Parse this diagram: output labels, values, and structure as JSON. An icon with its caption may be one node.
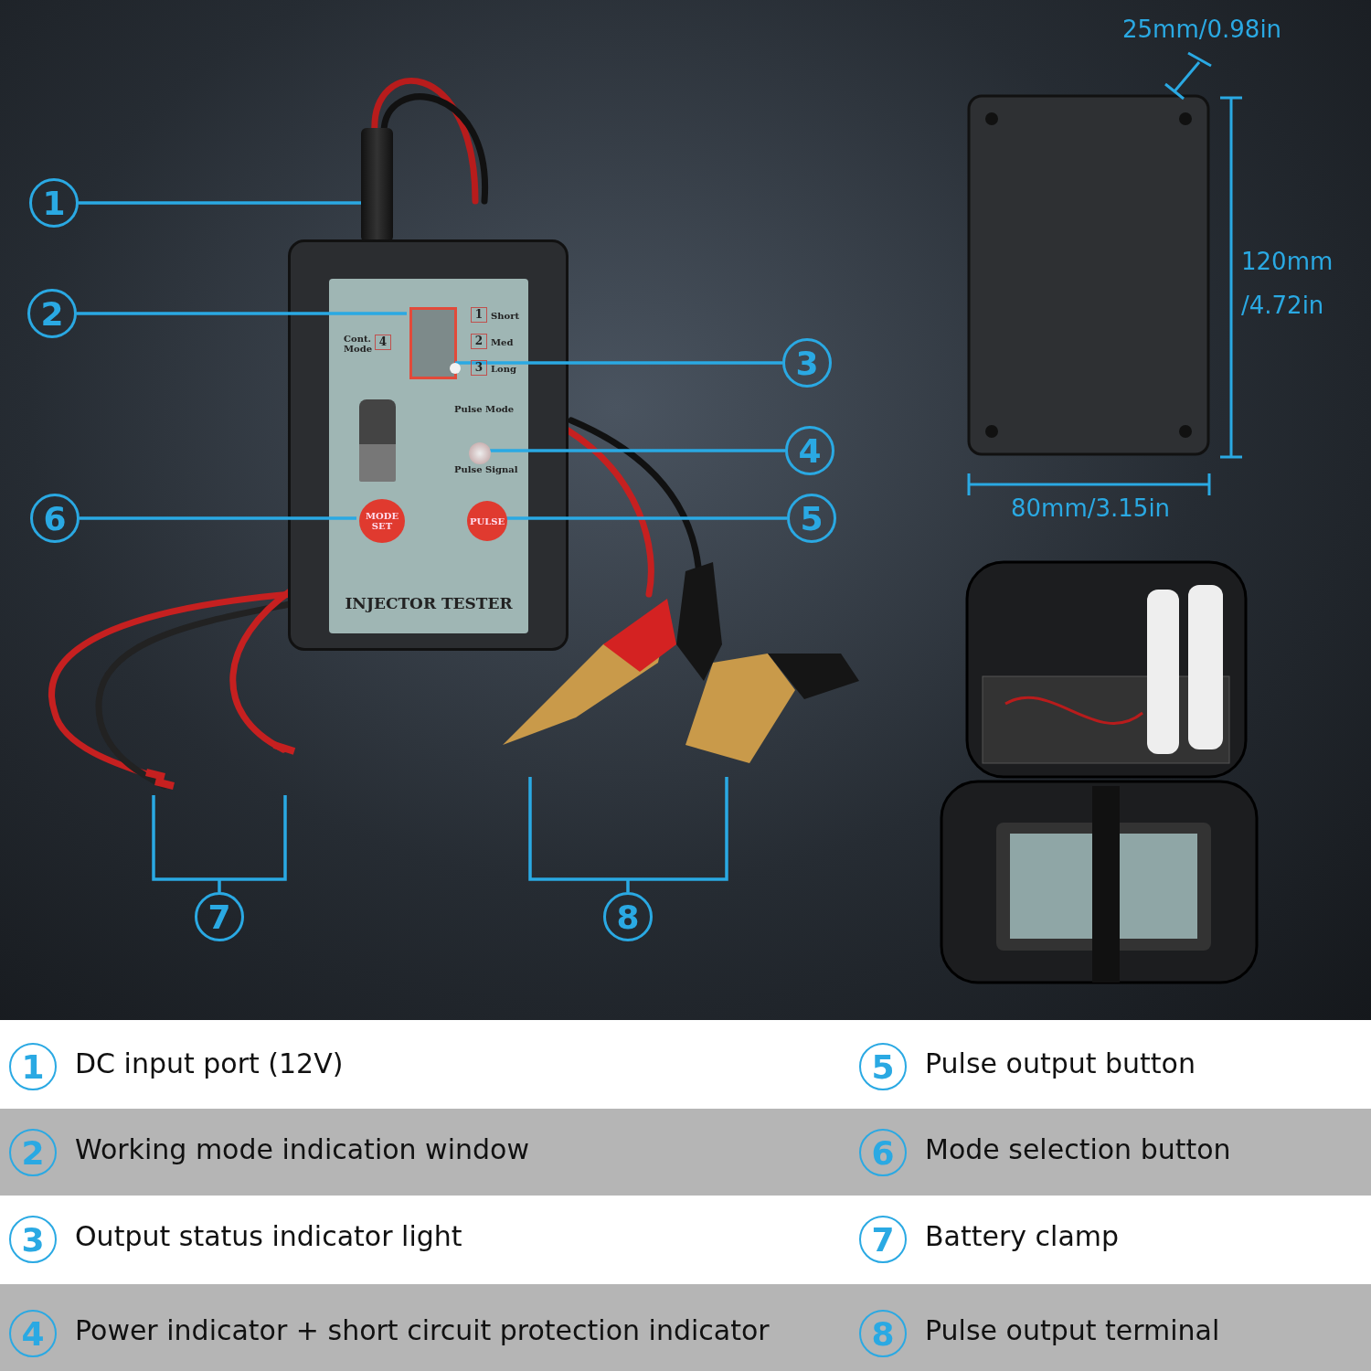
{
  "diagram": {
    "nodes": [
      {
        "text": [
          "1"
        ]
      },
      {
        "text": [
          "2"
        ]
      },
      {
        "text": [
          "3"
        ]
      },
      {
        "text": [
          "4"
        ]
      },
      {
        "text": [
          "5"
        ]
      },
      {
        "text": [
          "6"
        ]
      },
      {
        "text": [
          "7"
        ]
      },
      {
        "text": [
          "8"
        ]
      },
      {
        "text": [],
        "shape": "picture"
      },
      {
        "text": [
          "INJECTOR TESTER"
        ]
      },
      {
        "text": [],
        "shape": "box",
        "in": 9
      },
      {
        "text": [],
        "shape": "circle",
        "in": 10
      },
      {
        "text": [],
        "shape": "circle",
        "in": 9
      },
      {
        "text": [
          "PULSE"
        ],
        "in": 9
      },
      {
        "text": [
          "MODE SET"
        ],
        "in": 9
      },
      {
        "text": [],
        "shape": "picture"
      },
      {
        "text": [],
        "shape": "picture"
      },
      {
        "text": [
          "1"
        ],
        "beside": [
          "DC input port (12V)"
        ]
      },
      {
        "text": [
          "5"
        ],
        "beside": [
          "Pulse output button"
        ]
      },
      {
        "text": [
          "2"
        ],
        "beside": [
          "Working mode indication window"
        ]
      },
      {
        "text": [
          "6"
        ],
        "beside": [
          "Mode selection button"
        ]
      },
      {
        "text": [
          "3"
        ],
        "beside": [
          "Output status indicator light"
        ]
      },
      {
        "text": [
          "7"
        ],
        "beside": [
          "Battery clamp"
        ]
      },
      {
        "text": [
          "4"
        ],
        "beside": [
          "Power indicator + short circuit protection indicator"
        ]
      },
      {
        "text": [
          "8"
        ],
        "beside": [
          "Pulse output terminal"
        ]
      }
    ],
    "edges": [
      {
        "from": 0,
        "to": 8,
        "arrow": "none"
      },
      {
        "from": 1,
        "to": 10,
        "arrow": "none"
      },
      {
        "from": 2,
        "to": 11,
        "arrow": "none"
      },
      {
        "from": 3,
        "to": 12,
        "arrow": "none"
      },
      {
        "from": 4,
        "to": 13,
        "arrow": "none"
      },
      {
        "from": 5,
        "to": 14,
        "arrow": "none"
      },
      {
        "from": 6,
        "to": 15,
        "arrow": "none"
      },
      {
        "from": 7,
        "to": 16,
        "arrow": "none"
      }
    ],
    "labels": [
      "Cont. Mode",
      "4",
      "1",
      "Short",
      "2",
      "Med",
      "3",
      "Long",
      "Pulse Mode",
      "Pulse Signal",
      "25mm/0.98in",
      "120mm /4.72in",
      "80mm/3.15in"
    ]
  }
}
